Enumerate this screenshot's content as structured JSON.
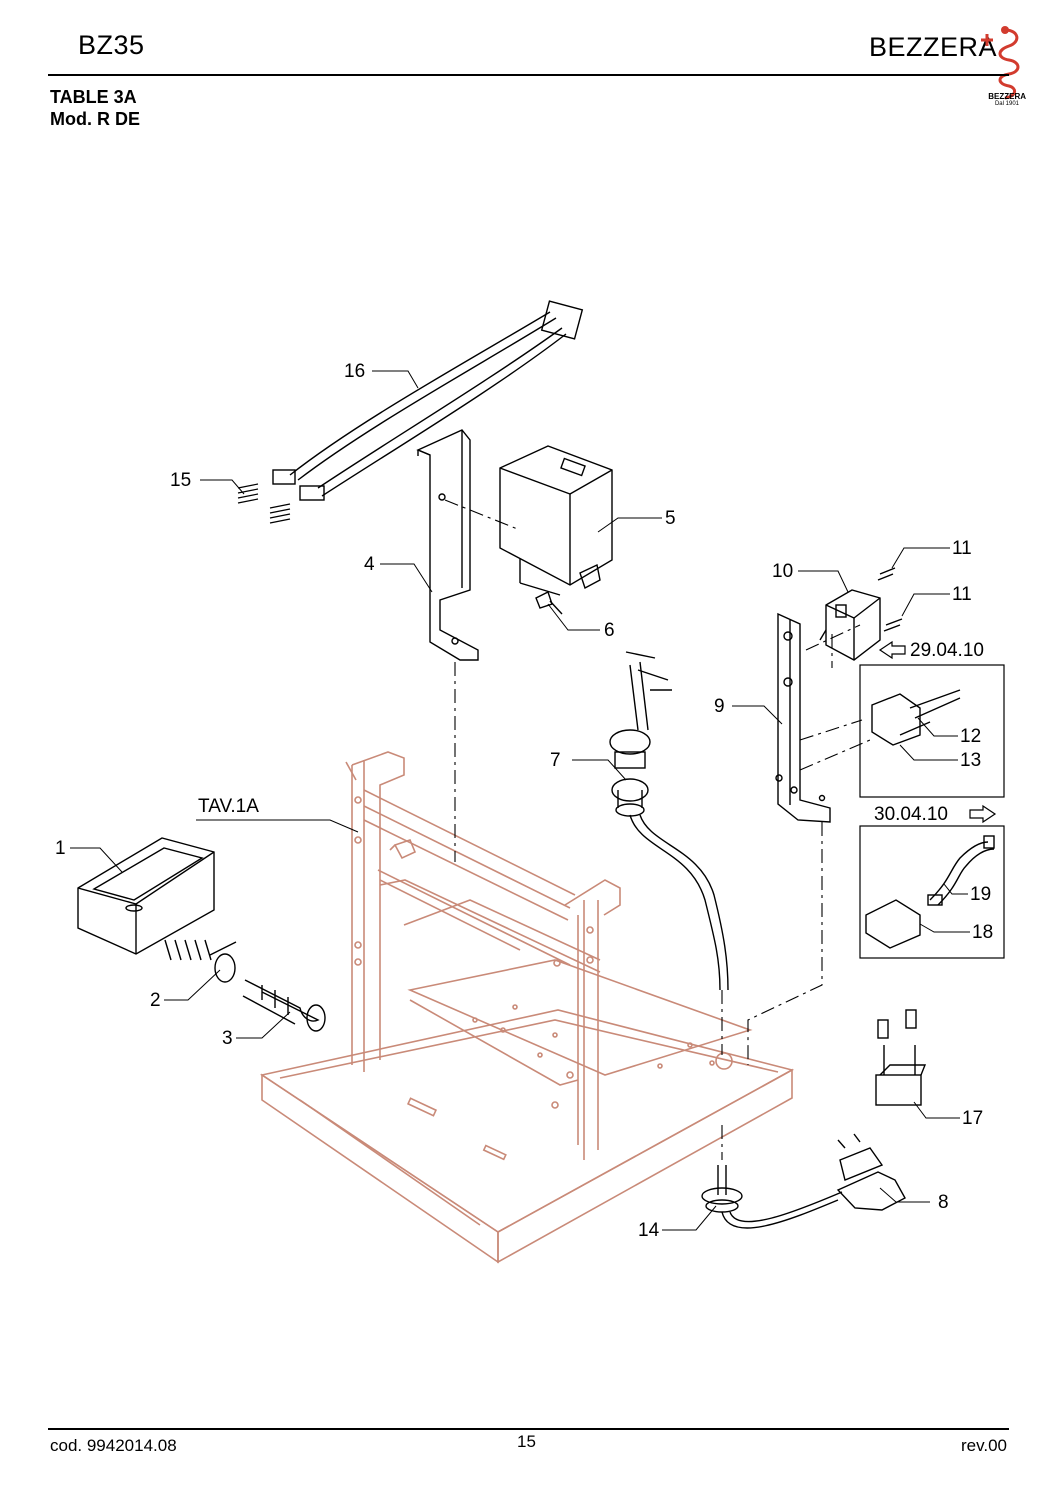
{
  "header": {
    "model": "BZ35",
    "brand": "BEZZERA",
    "table_title_line1": "TABLE 3A",
    "table_title_line2": "Mod. R DE",
    "logo_word": "BEZZERA",
    "logo_since": "Dal 1901"
  },
  "diagram": {
    "frame_reference": "TAV.1A",
    "date_before": "29.04.10",
    "date_after": "30.04.10",
    "part_labels": [
      "1",
      "2",
      "3",
      "4",
      "5",
      "6",
      "7",
      "8",
      "9",
      "10",
      "11",
      "11",
      "12",
      "13",
      "14",
      "15",
      "16",
      "17",
      "18",
      "19"
    ]
  },
  "footer": {
    "code": "cod. 9942014.08",
    "page": "15",
    "revision": "rev.00"
  },
  "colors": {
    "frame_outline": "#c98a78",
    "ink": "#000000",
    "logo_red": "#d23b2e"
  }
}
